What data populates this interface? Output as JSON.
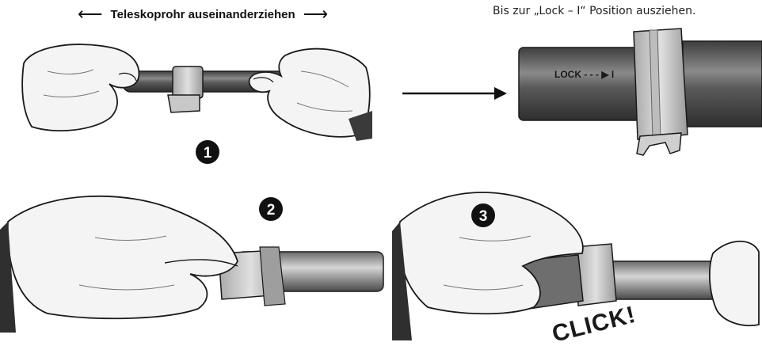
{
  "header": {
    "instruction": "Teleskoprohr auseinanderziehen",
    "left_arrow_icon": "arrow-left-icon",
    "right_arrow_icon": "arrow-right-icon"
  },
  "lock_panel": {
    "caption": "Bis zur „Lock – I“ Position ausziehen.",
    "tube_label": "LOCK - - - ▶ I"
  },
  "steps": {
    "step1": "1",
    "step2": "2",
    "step3": "3"
  },
  "step3_sound": "CLICK!",
  "colors": {
    "tube_dark": "#4a4a4a",
    "tube_mid": "#7a7a7a",
    "tube_light": "#bdbdbd",
    "collar": "#cfcfcf",
    "skin": "#f2f2f2",
    "outline": "#1a1a1a"
  }
}
